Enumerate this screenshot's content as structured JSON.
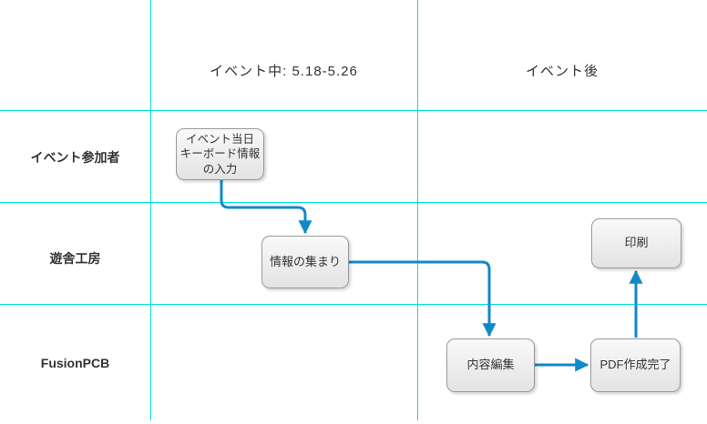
{
  "diagram": {
    "columns": [
      {
        "label": "イベント中: 5.18-5.26"
      },
      {
        "label": "イベント後"
      }
    ],
    "lanes": [
      {
        "label": "イベント参加者"
      },
      {
        "label": "遊舎工房"
      },
      {
        "label": "FusionPCB"
      }
    ],
    "nodes": {
      "keyboard_input": {
        "label": "イベント当日\nキーボード情報\nの入力"
      },
      "info_collection": {
        "label": "情報の集まり"
      },
      "print": {
        "label": "印刷"
      },
      "content_edit": {
        "label": "内容編集"
      },
      "pdf_complete": {
        "label": "PDF作成完了"
      }
    },
    "edges": [
      {
        "from": "keyboard_input",
        "to": "info_collection"
      },
      {
        "from": "info_collection",
        "to": "content_edit"
      },
      {
        "from": "content_edit",
        "to": "pdf_complete"
      },
      {
        "from": "pdf_complete",
        "to": "print"
      }
    ]
  },
  "colors": {
    "grid": "#00e0e0",
    "edge": "#1287c9",
    "node_border": "#999999",
    "node_fill_top": "#f9f9f9",
    "node_fill_bottom": "#e3e3e3",
    "text": "#333333"
  }
}
